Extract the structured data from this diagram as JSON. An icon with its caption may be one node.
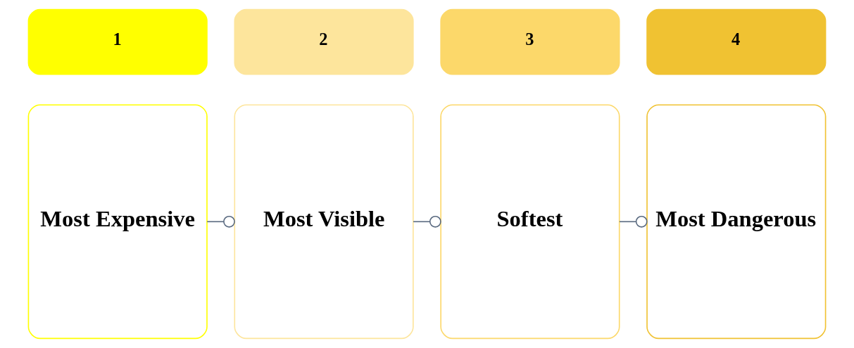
{
  "diagram": {
    "nodes": [
      {
        "text": [
          "1"
        ]
      },
      {
        "text": [
          "2"
        ]
      },
      {
        "text": [
          "3"
        ]
      },
      {
        "text": [
          "4"
        ]
      },
      {
        "text": [
          "Most Expensive"
        ]
      },
      {
        "text": [
          "Most Visible"
        ]
      },
      {
        "text": [
          "Softest"
        ]
      },
      {
        "text": [
          "Most Dangerous"
        ]
      }
    ],
    "edges": [
      {
        "from": 4,
        "to": 5,
        "arrow": "other"
      },
      {
        "from": 5,
        "to": 6,
        "arrow": "other"
      },
      {
        "from": 6,
        "to": 7,
        "arrow": "other"
      }
    ]
  }
}
